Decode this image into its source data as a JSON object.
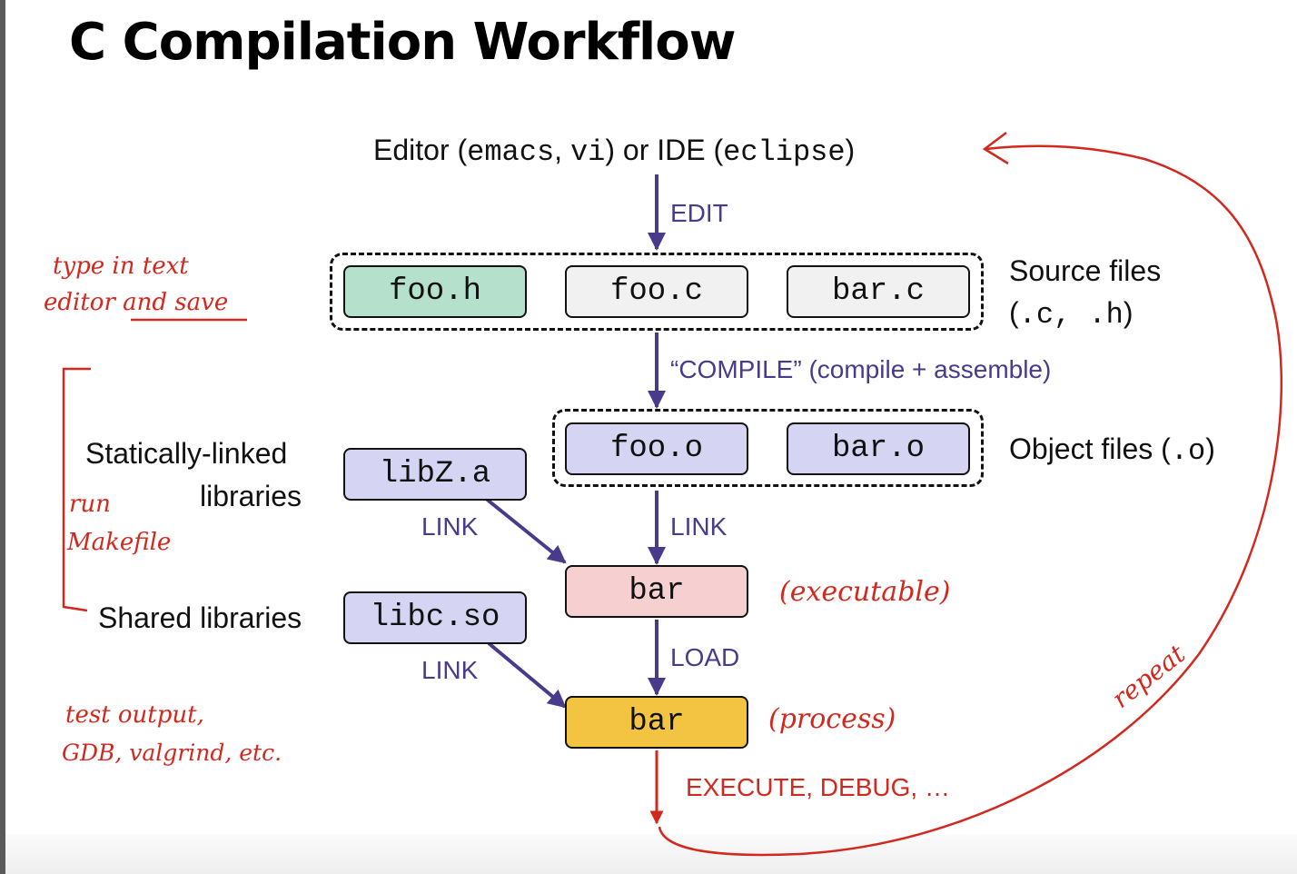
{
  "title": "C Compilation Workflow",
  "editor": {
    "t1": "Editor (",
    "m1": "emacs",
    "t2": ", ",
    "m2": "vi",
    "t3": ") or IDE (",
    "m3": "eclipse",
    "t4": ")"
  },
  "edges": {
    "edit": "EDIT",
    "compile": "“COMPILE” (compile + assemble)",
    "link_obj": "LINK",
    "link_static": "LINK",
    "link_shared": "LINK",
    "load": "LOAD",
    "execute": "EXECUTE, DEBUG, …"
  },
  "source": {
    "files": [
      "foo.h",
      "foo.c",
      "bar.c"
    ],
    "label_line1": "Source files",
    "label_line2_a": "(",
    "label_line2_m": ".c, .h",
    "label_line2_b": ")"
  },
  "object": {
    "files": [
      "foo.o",
      "bar.o"
    ],
    "label_a": "Object files (",
    "label_m": ".o",
    "label_b": ")"
  },
  "libraries": {
    "static_label_1": "Statically-linked",
    "static_label_2": "libraries",
    "static_file": "libZ.a",
    "shared_label": "Shared libraries",
    "shared_file": "libc.so"
  },
  "executable_box": "bar",
  "process_box": "bar",
  "annotations": {
    "type_in_1": "type in text",
    "type_in_2a": "editor ",
    "type_in_2b": "and save",
    "run_1": "run",
    "run_2": "Makefile",
    "test_1": "test output,",
    "test_2": "GDB, valgrind, etc.",
    "executable": "(executable)",
    "process": "(process)",
    "repeat": "repeat"
  },
  "colors": {
    "header_box": "#b5e0cb",
    "source_box": "#f1f1f1",
    "object_box": "#d5d5f3",
    "executable_box": "#f6cfd0",
    "process_box": "#f3c441",
    "flow_arrow": "#4a3a8c",
    "handwriting": "#d2281e"
  }
}
